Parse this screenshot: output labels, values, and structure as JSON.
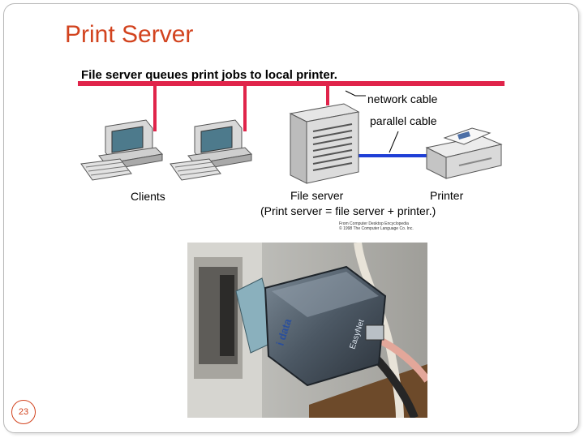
{
  "slide": {
    "title": "Print Server",
    "page_number": "23"
  },
  "diagram": {
    "heading": "File server queues print jobs to local printer.",
    "labels": {
      "network_cable": "network cable",
      "parallel_cable": "parallel cable",
      "clients": "Clients",
      "file_server": "File server",
      "printer": "Printer",
      "equation": "(Print server = file server + printer.)"
    },
    "copyright_lines": [
      "From Computer Desktop Encyclopedia",
      "© 1998 The Computer Language Co. Inc."
    ],
    "colors": {
      "network_cable": "#e0244a",
      "parallel_cable": "#1f3fd6"
    }
  },
  "photo": {
    "device_brand": "i data",
    "device_model": "EasyNet"
  }
}
